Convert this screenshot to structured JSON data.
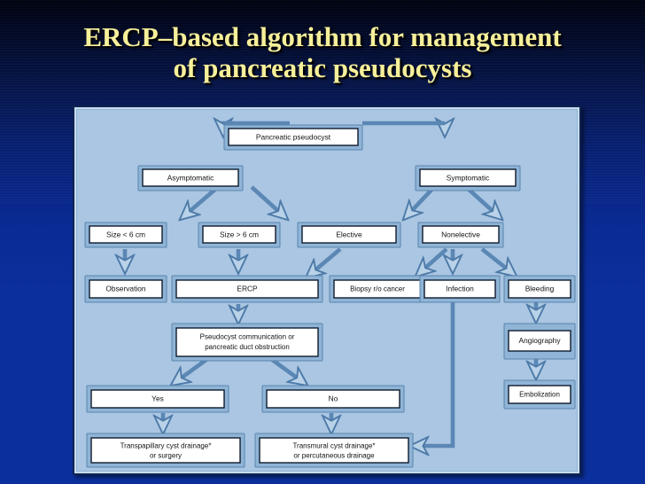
{
  "slide": {
    "title_line1": "ERCP–based algorithm for management",
    "title_line2": "of pancreatic pseudocysts",
    "title_color": "#f7f09a",
    "background_top_color": "#000310",
    "background_bottom_color": "#0b309e",
    "panel_background_color": "#aac6e2",
    "panel_border_color": "#0f2350"
  },
  "diagram": {
    "type": "flowchart",
    "node_fill_color": "#ffffff",
    "node_frame_color": "#7fa6c9",
    "node_outline_color": "#0d1b2e",
    "connector_color": "#5b87b5",
    "nodes": [
      {
        "id": "root",
        "label": "Pancreatic pseudocyst",
        "level": 1
      },
      {
        "id": "asymptomatic",
        "label": "Asymptomatic",
        "level": 2
      },
      {
        "id": "symptomatic",
        "label": "Symptomatic",
        "level": 2
      },
      {
        "id": "size_lt_6",
        "label": "Size < 6 cm",
        "level": 3
      },
      {
        "id": "size_gt_6",
        "label": "Size > 6 cm",
        "level": 3
      },
      {
        "id": "elective",
        "label": "Elective",
        "level": 3
      },
      {
        "id": "nonelective",
        "label": "Nonelective",
        "level": 3
      },
      {
        "id": "observation",
        "label": "Observation",
        "level": 4
      },
      {
        "id": "ercp",
        "label": "ERCP",
        "level": 4
      },
      {
        "id": "biopsy",
        "label": "Biopsy r/o cancer",
        "level": 4
      },
      {
        "id": "infection",
        "label": "Infection",
        "level": 4
      },
      {
        "id": "bleeding",
        "label": "Bleeding",
        "level": 4
      },
      {
        "id": "communication",
        "label_line1": "Pseudocyst communication or",
        "label_line2": "pancreatic duct obstruction",
        "level": 5
      },
      {
        "id": "angiography",
        "label": "Angiography",
        "level": 5
      },
      {
        "id": "yes",
        "label": "Yes",
        "level": 6
      },
      {
        "id": "no",
        "label": "No",
        "level": 6
      },
      {
        "id": "embolization",
        "label": "Embolization",
        "level": 6
      },
      {
        "id": "transpapillary",
        "label_line1": "Transpapillary cyst drainage*",
        "label_line2": "or surgery",
        "level": 7
      },
      {
        "id": "transmural",
        "label_line1": "Transmural cyst drainage*",
        "label_line2": "or percutaneous drainage",
        "level": 7
      }
    ],
    "edges": [
      {
        "from": "root",
        "to": "asymptomatic"
      },
      {
        "from": "root",
        "to": "symptomatic"
      },
      {
        "from": "asymptomatic",
        "to": "size_lt_6"
      },
      {
        "from": "asymptomatic",
        "to": "size_gt_6"
      },
      {
        "from": "symptomatic",
        "to": "elective"
      },
      {
        "from": "symptomatic",
        "to": "nonelective"
      },
      {
        "from": "size_lt_6",
        "to": "observation"
      },
      {
        "from": "size_gt_6",
        "to": "ercp"
      },
      {
        "from": "elective",
        "to": "ercp"
      },
      {
        "from": "nonelective",
        "to": "biopsy"
      },
      {
        "from": "nonelective",
        "to": "infection"
      },
      {
        "from": "nonelective",
        "to": "bleeding"
      },
      {
        "from": "ercp",
        "to": "communication"
      },
      {
        "from": "communication",
        "to": "yes"
      },
      {
        "from": "communication",
        "to": "no"
      },
      {
        "from": "yes",
        "to": "transpapillary"
      },
      {
        "from": "no",
        "to": "transmural"
      },
      {
        "from": "bleeding",
        "to": "angiography"
      },
      {
        "from": "angiography",
        "to": "embolization"
      },
      {
        "from": "infection",
        "to": "transmural"
      }
    ]
  }
}
